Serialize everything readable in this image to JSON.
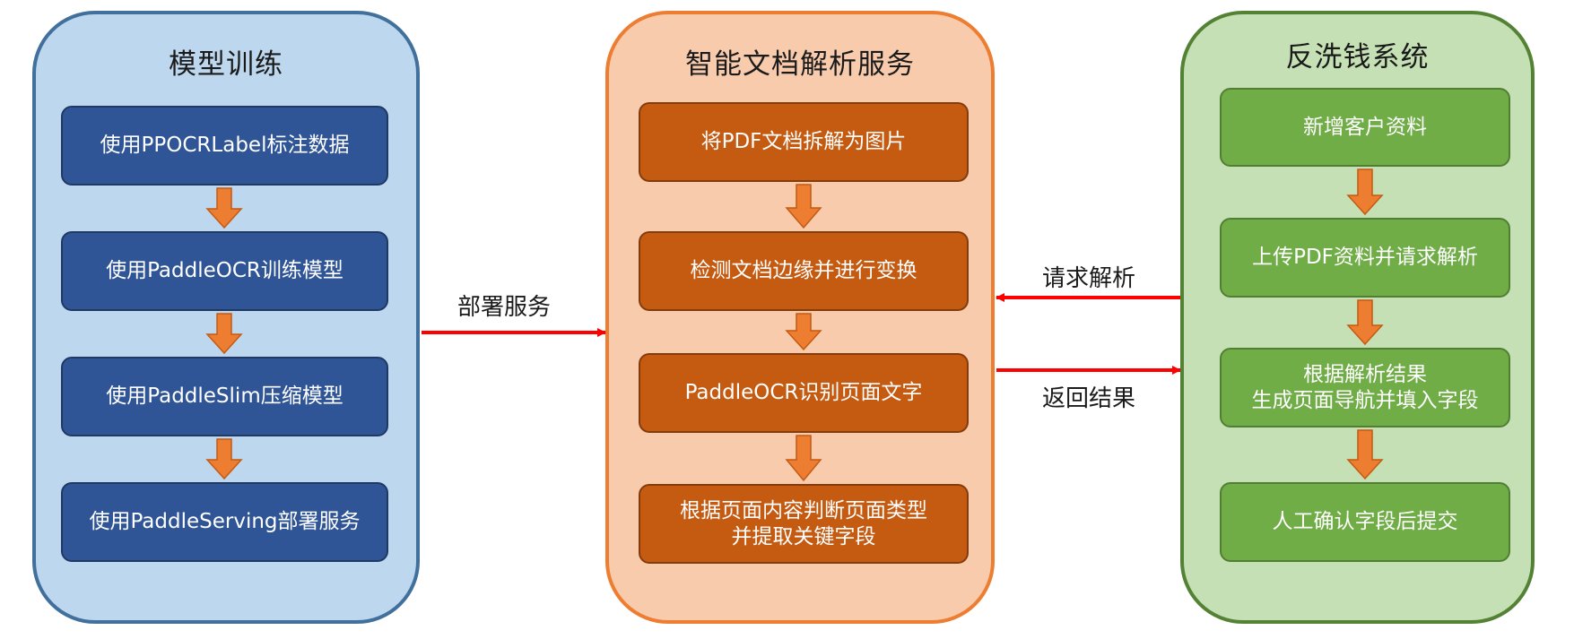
{
  "panels": {
    "training": {
      "title": "模型训练",
      "steps": [
        "使用PPOCRLabel标注数据",
        "使用PaddleOCR训练模型",
        "使用PaddleSlim压缩模型",
        "使用PaddleServing部署服务"
      ]
    },
    "parsing": {
      "title": "智能文档解析服务",
      "steps": [
        "将PDF文档拆解为图片",
        "检测文档边缘并进行变换",
        "PaddleOCR识别页面文字",
        "根据页面内容判断页面类型\n并提取关键字段"
      ]
    },
    "aml": {
      "title": "反洗钱系统",
      "steps": [
        "新增客户资料",
        "上传PDF资料并请求解析",
        "根据解析结果\n生成页面导航并填入字段",
        "人工确认字段后提交"
      ]
    }
  },
  "connectors": {
    "deploy_label": "部署服务",
    "request_label": "请求解析",
    "return_label": "返回结果"
  },
  "colors": {
    "connector_arrow": "#ff0000",
    "step_arrow": "#ed7d31",
    "step_arrow_outline": "#c55a11"
  }
}
